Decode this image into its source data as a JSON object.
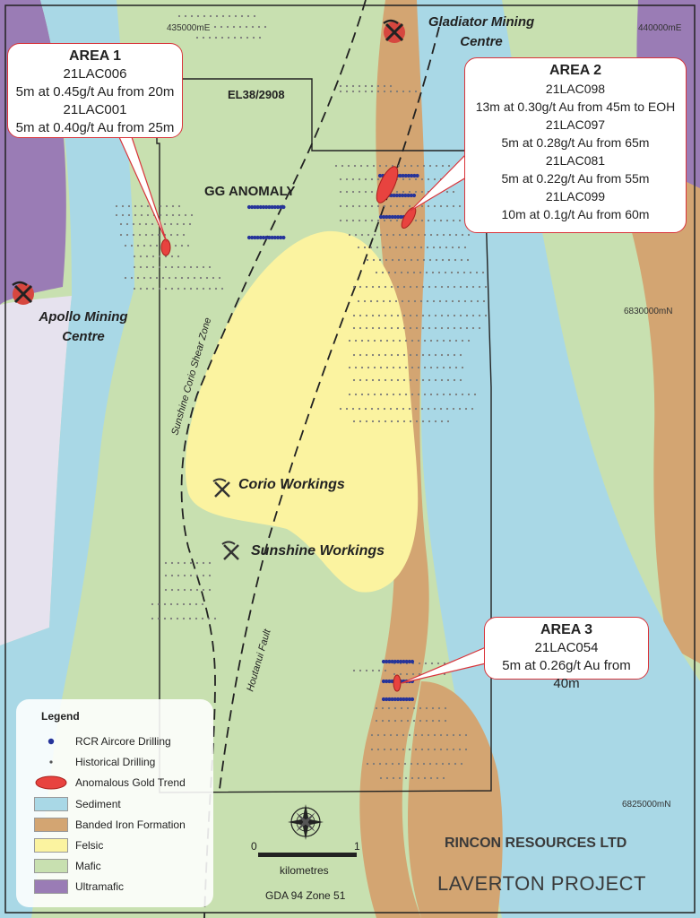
{
  "colors": {
    "sediment": "#a9d8e6",
    "banded_iron_formation": "#d3a572",
    "felsic": "#fbf3a0",
    "mafic": "#c8e0b0",
    "ultramafic": "#9a7cb5",
    "anomaly_fill": "#e8433f",
    "rcr_drill": "#26349a",
    "historical_drill": "#7a7a7a"
  },
  "grid_labels": {
    "easting_west": "435000mE",
    "easting_east": "440000mE",
    "northing_mid": "6830000mN",
    "northing_south": "6825000mN"
  },
  "tenement_label": "EL38/2908",
  "anomaly_label": "GG ANOMALY",
  "fault_labels": {
    "shear_zone": "Sunshine Corio Shear Zone",
    "fault": "Houtanui Fault"
  },
  "mining_centres": {
    "gladiator": "Gladiator Mining Centre",
    "apollo": "Apollo Mining Centre"
  },
  "workings": {
    "corio": "Corio Workings",
    "sunshine": "Sunshine Workings"
  },
  "areas": [
    {
      "title": "AREA 1",
      "lines": [
        "21LAC006",
        "5m at 0.45g/t Au from 20m",
        "21LAC001",
        "5m at 0.40g/t Au from 25m"
      ]
    },
    {
      "title": "AREA 2",
      "lines": [
        "21LAC098",
        "13m at 0.30g/t Au from 45m to EOH",
        "21LAC097",
        "5m at 0.28g/t Au from 65m",
        "21LAC081",
        "5m at 0.22g/t Au from 55m",
        "21LAC099",
        "10m at 0.1g/t Au from 60m"
      ]
    },
    {
      "title": "AREA 3",
      "lines": [
        "21LAC054",
        "5m at 0.26g/t Au from 40m"
      ]
    }
  ],
  "legend": {
    "title": "Legend",
    "items": [
      {
        "label": "RCR Aircore Drilling",
        "symbol": "rcr-dot"
      },
      {
        "label": "Historical Drilling",
        "symbol": "historical-dot"
      },
      {
        "label": "Anomalous Gold Trend",
        "symbol": "anomaly-ellipse"
      },
      {
        "label": "Sediment",
        "symbol": "sediment-swatch"
      },
      {
        "label": "Banded Iron Formation",
        "symbol": "bif-swatch"
      },
      {
        "label": "Felsic",
        "symbol": "felsic-swatch"
      },
      {
        "label": "Mafic",
        "symbol": "mafic-swatch"
      },
      {
        "label": "Ultramafic",
        "symbol": "ultramafic-swatch"
      }
    ]
  },
  "scale_bar": {
    "start": "0",
    "end": "1",
    "unit": "kilometres"
  },
  "datum": "GDA 94 Zone 51",
  "company": "RINCON RESOURCES LTD",
  "project": "LAVERTON PROJECT"
}
